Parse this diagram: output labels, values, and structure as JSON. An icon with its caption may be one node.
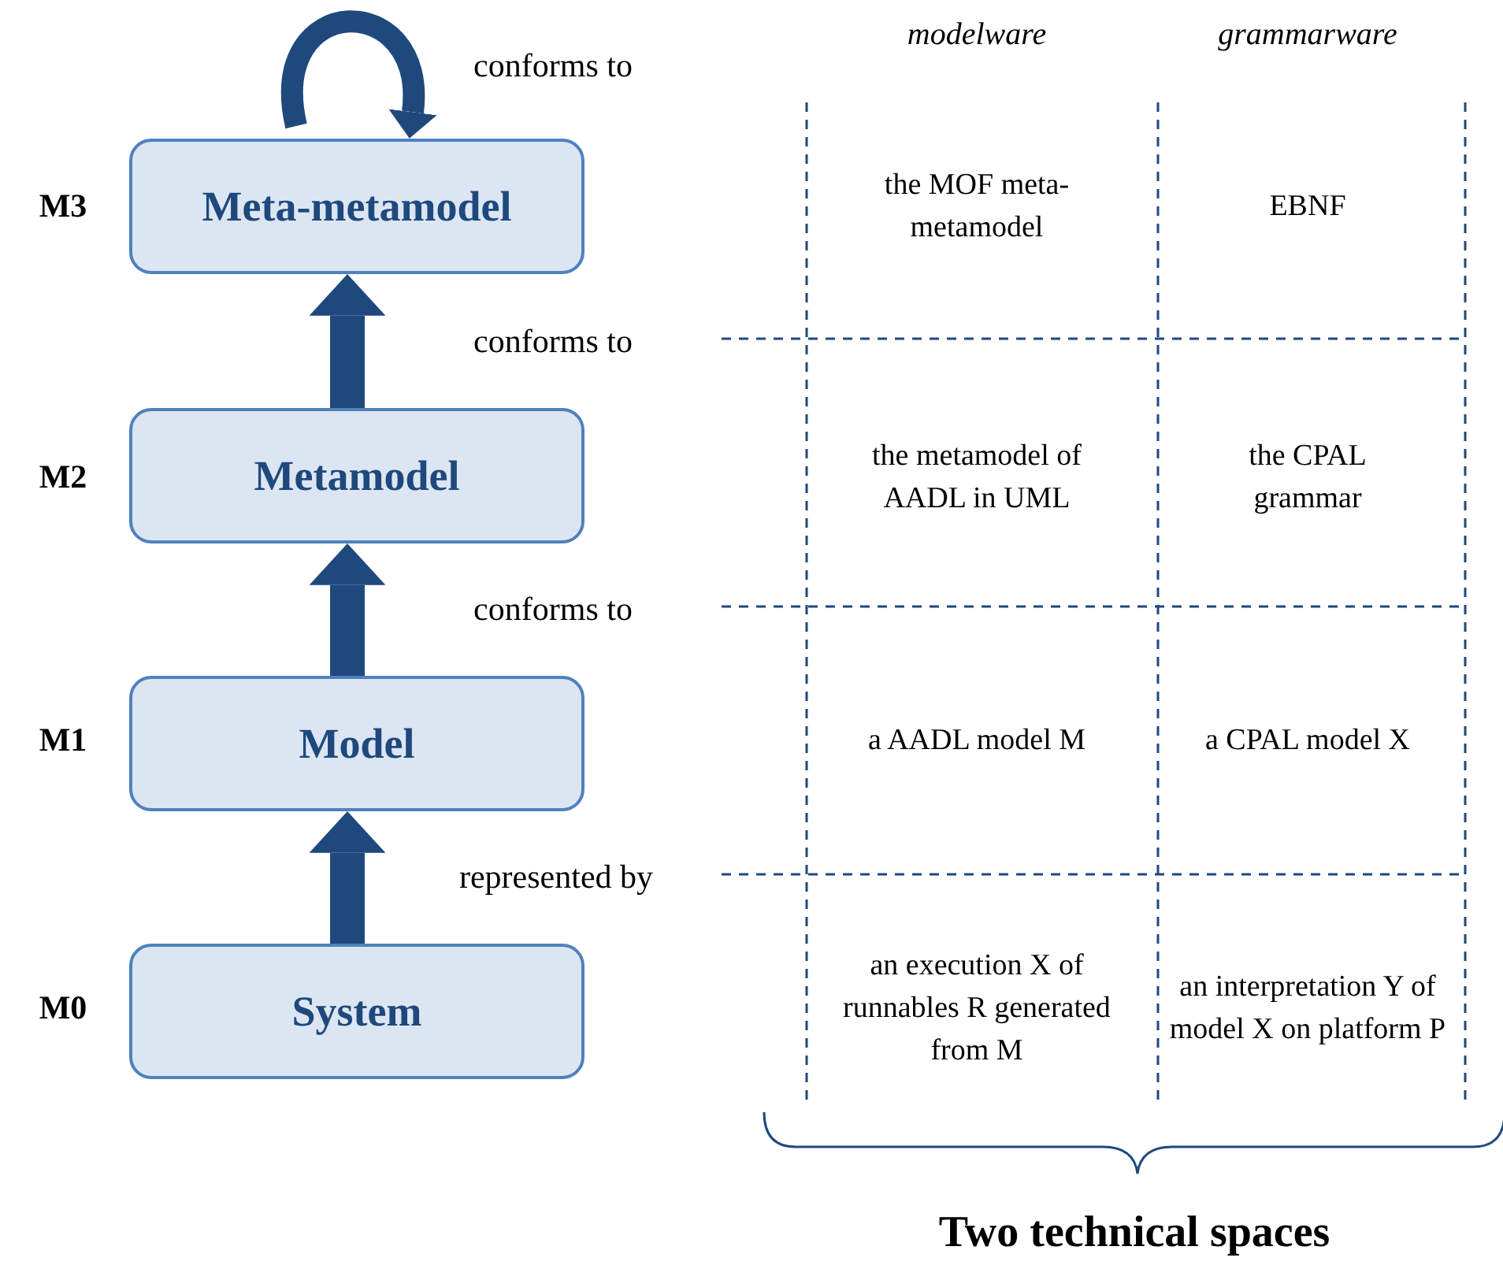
{
  "diagram": {
    "nodes": [
      {
        "text": [
          "Meta-metamodel"
        ]
      },
      {
        "text": [
          "Metamodel"
        ]
      },
      {
        "text": [
          "Model"
        ]
      },
      {
        "text": [
          "System"
        ]
      }
    ],
    "edges": [
      {
        "from": null,
        "to": 0,
        "arrow": "to",
        "label": "conforms to"
      },
      {
        "from": 1,
        "to": 0,
        "arrow": "to",
        "label": "conforms to"
      },
      {
        "from": 2,
        "to": 1,
        "arrow": "to",
        "label": "conforms to"
      },
      {
        "from": 3,
        "to": 2,
        "arrow": "to",
        "label": "represented by"
      }
    ],
    "labels": [
      "modelware",
      "grammarware",
      "M3",
      "the MOF meta-metamodel",
      "EBNF",
      "M2",
      "the metamodel of AADL in UML",
      "the CPAL grammar",
      "M1",
      "a AADL model M",
      "a CPAL model X",
      "M0",
      "an execution X of runnables R generated from M",
      "an interpretation Y of model X on platform P",
      "Two technical spaces"
    ]
  }
}
